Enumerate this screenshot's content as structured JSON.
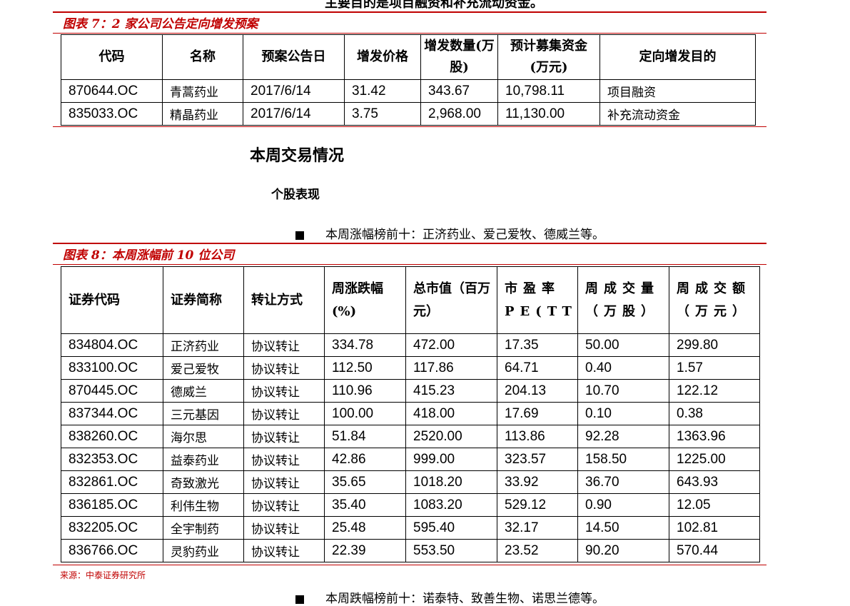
{
  "top_clipped_text": "主要目的是项目融资和补充流动资金。",
  "figure7": {
    "title": "图表 7：2 家公司公告定向增发预案",
    "headers": [
      "代码",
      "名称",
      "预案公告日",
      "增发价格",
      "增发数量(万股)",
      "预计募集资金(万元)",
      "定向增发目的"
    ],
    "rows": [
      [
        "870644.OC",
        "青蒿药业",
        "2017/6/14",
        "31.42",
        "343.67",
        "10,798.11",
        "项目融资"
      ],
      [
        "835033.OC",
        "精晶药业",
        "2017/6/14",
        "3.75",
        "2,968.00",
        "11,130.00",
        "补充流动资金"
      ]
    ]
  },
  "section_heading": "本周交易情况",
  "subsection_heading": "个股表现",
  "bullet1": "本周涨幅榜前十：正济药业、爱己爱牧、德威兰等。",
  "figure8": {
    "title": "图表 8：本周涨幅前 10 位公司",
    "headers": [
      "证券代码",
      "证券简称",
      "转让方式",
      "周涨跌幅(%)",
      "总市值（百万元）",
      "市盈率PE(TTM)",
      "周成交量（万股）",
      "周成交额（万元）"
    ],
    "rows": [
      [
        "834804.OC",
        "正济药业",
        "协议转让",
        "334.78",
        "472.00",
        "17.35",
        "50.00",
        "299.80"
      ],
      [
        "833100.OC",
        "爱己爱牧",
        "协议转让",
        "112.50",
        "117.86",
        "64.71",
        "0.40",
        "1.57"
      ],
      [
        "870445.OC",
        "德威兰",
        "协议转让",
        "110.96",
        "415.23",
        "204.13",
        "10.70",
        "122.12"
      ],
      [
        "837344.OC",
        "三元基因",
        "协议转让",
        "100.00",
        "418.00",
        "17.69",
        "0.10",
        "0.38"
      ],
      [
        "838260.OC",
        "海尔思",
        "协议转让",
        "51.84",
        "2520.00",
        "113.86",
        "92.28",
        "1363.96"
      ],
      [
        "832353.OC",
        "益泰药业",
        "协议转让",
        "42.86",
        "999.00",
        "323.57",
        "158.50",
        "1225.00"
      ],
      [
        "832861.OC",
        "奇致激光",
        "协议转让",
        "35.65",
        "1018.20",
        "33.92",
        "36.70",
        "643.93"
      ],
      [
        "836185.OC",
        "利伟生物",
        "协议转让",
        "35.40",
        "1083.20",
        "529.12",
        "0.90",
        "12.05"
      ],
      [
        "832205.OC",
        "全宇制药",
        "协议转让",
        "25.48",
        "595.40",
        "32.17",
        "14.50",
        "102.81"
      ],
      [
        "836766.OC",
        "灵豹药业",
        "协议转让",
        "22.39",
        "553.50",
        "23.52",
        "90.20",
        "570.44"
      ]
    ]
  },
  "source": "来源：中泰证券研究所",
  "bottom_clipped_text": "本周跌幅榜前十：诺泰特、致善生物、诺思兰德等。"
}
